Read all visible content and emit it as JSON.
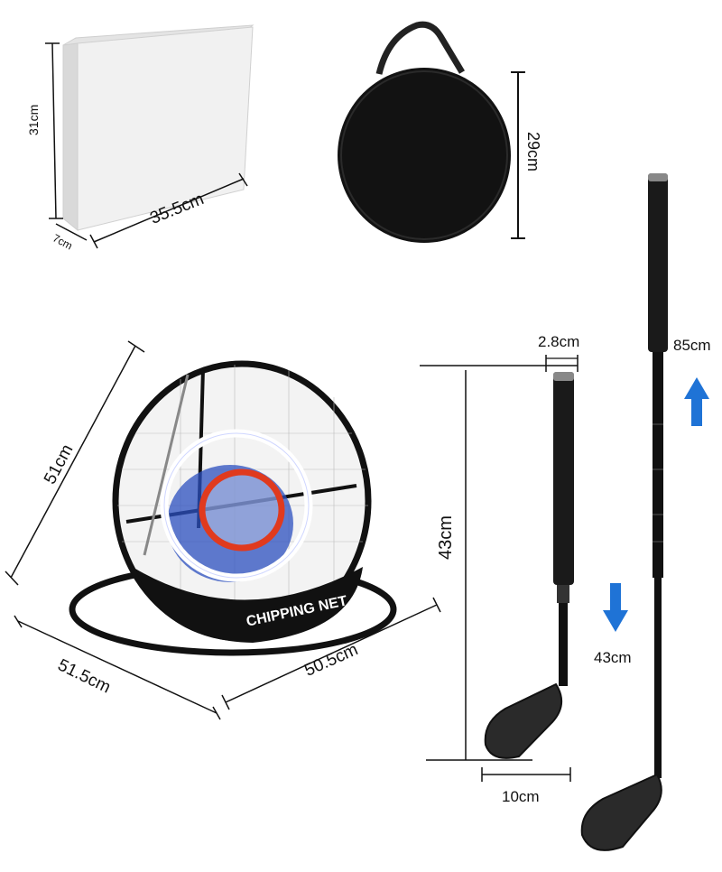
{
  "box": {
    "height": "31cm",
    "width": "35.5cm",
    "depth": "7cm"
  },
  "bag": {
    "height": "29cm"
  },
  "net": {
    "brand_text": "CHIPPING NET",
    "side": "51cm",
    "base_left": "51.5cm",
    "base_right": "50.5cm"
  },
  "club_short": {
    "grip_width": "2.8cm",
    "length": "43cm",
    "head_width": "10cm"
  },
  "club_long": {
    "extended_length": "85cm",
    "collapsed_length": "43cm"
  },
  "colors": {
    "arrow": "#1f73d6",
    "net_ring_red": "#e03a1e",
    "net_inner_blue": "#2b4fbf",
    "frame": "#111111"
  }
}
